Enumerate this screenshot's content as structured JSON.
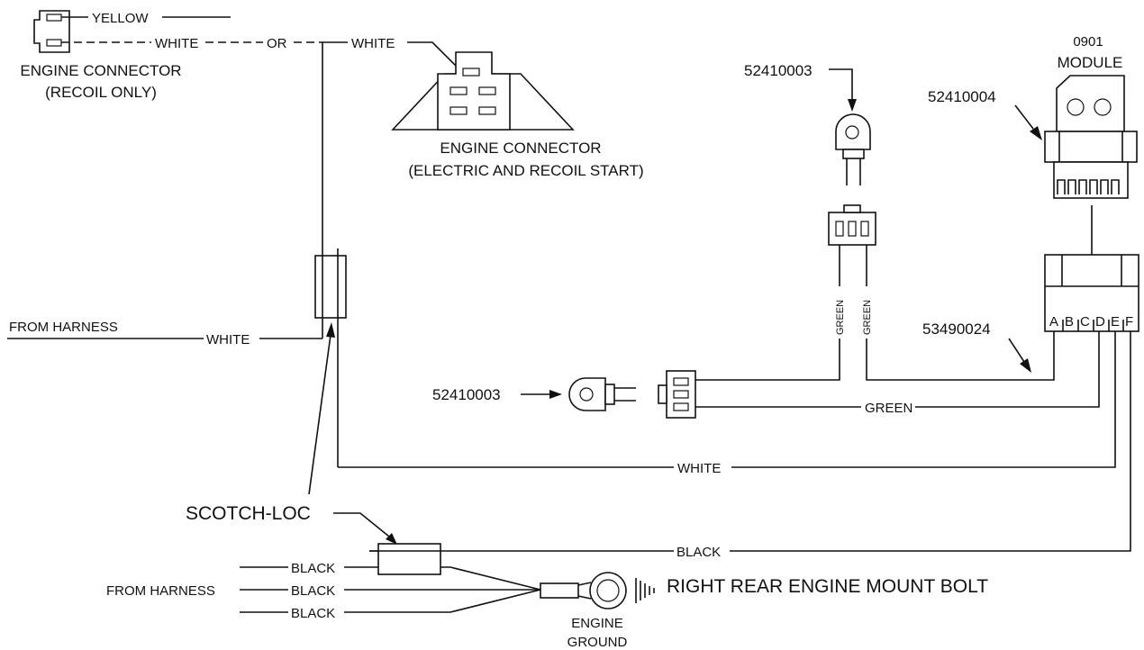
{
  "labels": {
    "yellow": "YELLOW",
    "white": "WHITE",
    "or": "OR",
    "engine_connector_recoil_l1": "ENGINE CONNECTOR",
    "engine_connector_recoil_l2": "(RECOIL ONLY)",
    "engine_connector_electric_l1": "ENGINE CONNECTOR",
    "engine_connector_electric_l2": "(ELECTRIC AND RECOIL START)",
    "from_harness": "FROM HARNESS",
    "green": "GREEN",
    "black": "BLACK",
    "scotch_loc": "SCOTCH-LOC",
    "right_rear_bolt": "RIGHT REAR ENGINE MOUNT BOLT",
    "engine_ground_l1": "ENGINE",
    "engine_ground_l2": "GROUND",
    "module_l1": "0901",
    "module_l2": "MODULE"
  },
  "part_numbers": {
    "top_sensor": "52410003",
    "left_sensor": "52410003",
    "module": "52410004",
    "module_connector": "53490024"
  },
  "pin_letters": [
    "A",
    "B",
    "C",
    "D",
    "E",
    "F"
  ]
}
